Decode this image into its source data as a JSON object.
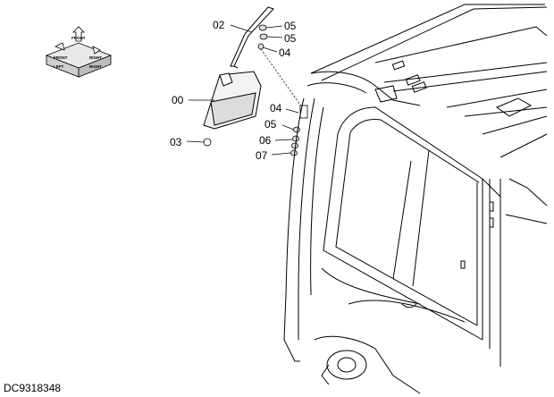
{
  "drawing_number": "DC9318348",
  "orientation_icon": {
    "label_top": "FRONT",
    "label_left": "FRONT",
    "label_right": "RIGHT",
    "label_bottom_left": "LEFT",
    "label_bottom_right": "RIGHT"
  },
  "callouts": [
    {
      "id": "callout-02",
      "text": "02"
    },
    {
      "id": "callout-05-a",
      "text": "05"
    },
    {
      "id": "callout-05-b",
      "text": "05"
    },
    {
      "id": "callout-04-a",
      "text": "04"
    },
    {
      "id": "callout-00",
      "text": "00"
    },
    {
      "id": "callout-04-b",
      "text": "04"
    },
    {
      "id": "callout-05-c",
      "text": "05"
    },
    {
      "id": "callout-03",
      "text": "03"
    },
    {
      "id": "callout-06",
      "text": "06"
    },
    {
      "id": "callout-07",
      "text": "07"
    }
  ]
}
